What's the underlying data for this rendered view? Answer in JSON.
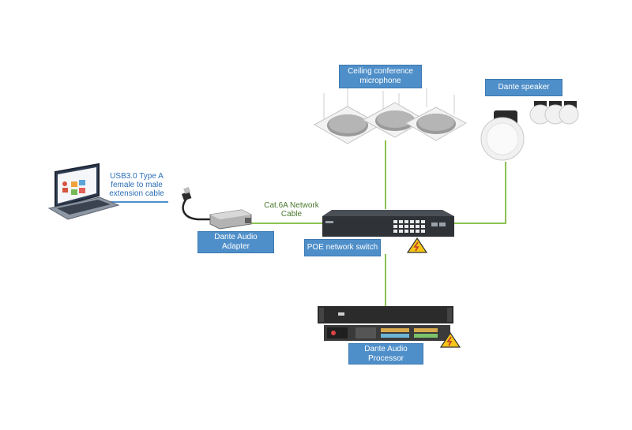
{
  "labels": {
    "ceiling_mic": [
      "Ceiling conference",
      "microphone"
    ],
    "dante_speaker": "Dante speaker",
    "usb_cable": [
      "USB3.0 Type A",
      "female to male",
      "extension cable"
    ],
    "network_cable": [
      "Cat.6A Network",
      "Cable"
    ],
    "dante_adapter": [
      "Dante Audio",
      "Adapter"
    ],
    "poe_switch": "POE network switch",
    "dante_processor": [
      "Dante Audio",
      "Processor"
    ]
  },
  "colors": {
    "link_green": "#8cc152",
    "label_blue": "#4f8fc9",
    "usb_text": "#2a6db5",
    "cable_text": "#4a7a2e",
    "warning_yellow": "#f5c518"
  },
  "icons": [
    "laptop-icon",
    "usb-cable-icon",
    "dante-adapter-icon",
    "poe-switch-icon",
    "ceiling-microphone-icon",
    "ceiling-speaker-icon",
    "audio-processor-icon",
    "warning-icon"
  ]
}
